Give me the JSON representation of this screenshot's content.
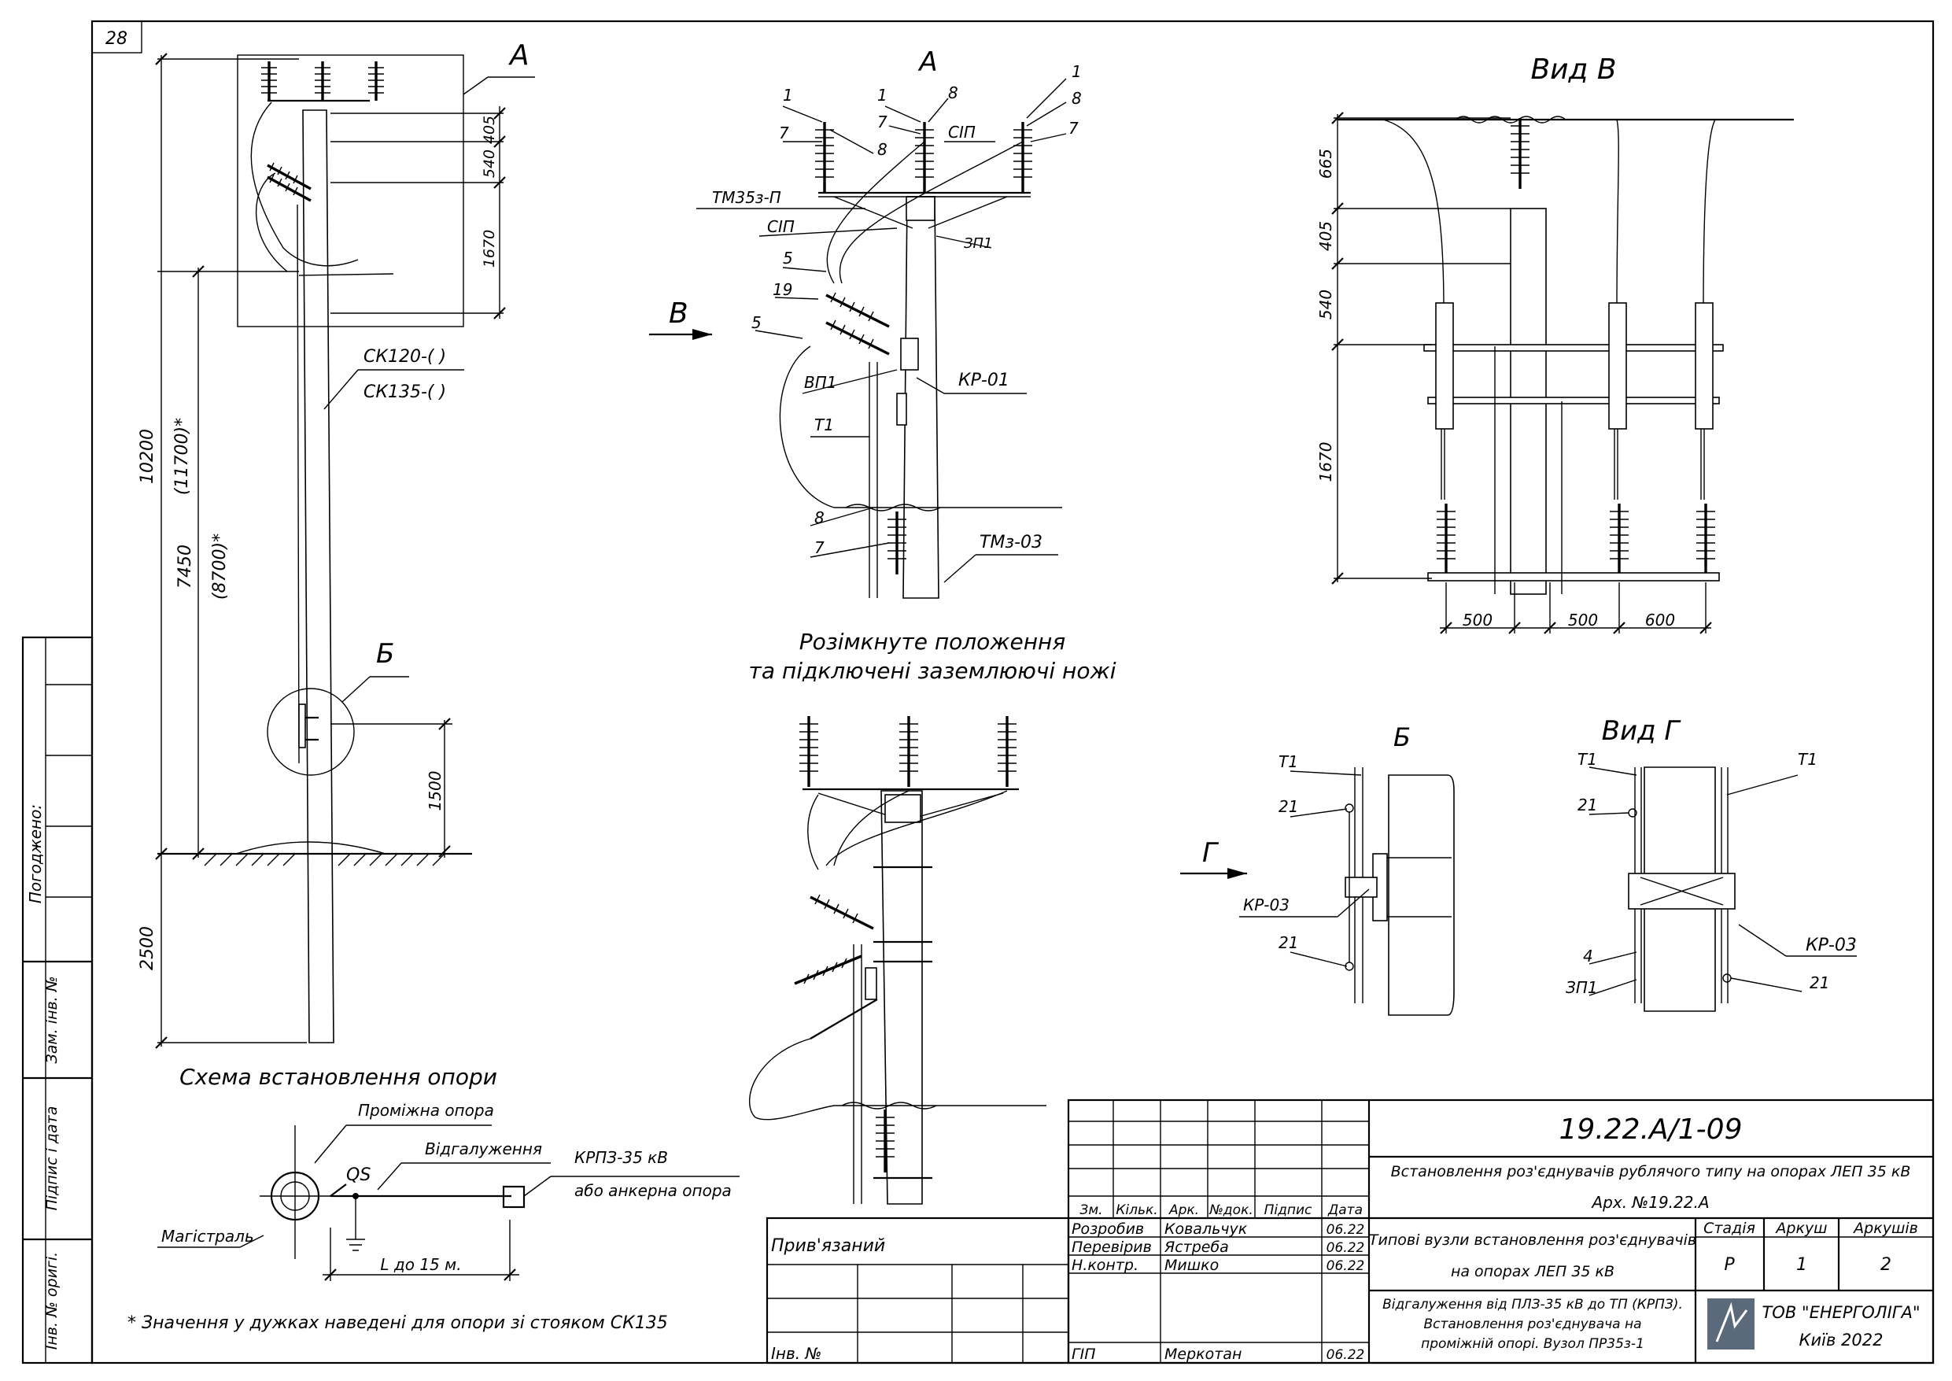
{
  "sheet": {
    "number": "28",
    "left_strip": {
      "agreed": "Погоджено:",
      "replaced_inv": "Зам. інв. №",
      "signature_date": "Підпис і дата",
      "orig_inv": "Інв. № оригі."
    }
  },
  "left_view": {
    "callout_a": "А",
    "callout_b": "Б",
    "pole_label_1": "СК120-(   )",
    "pole_label_2": "СК135-(   )",
    "dims": {
      "d10200": "10200",
      "d11700": "(11700)*",
      "d7450": "7450",
      "d8700": "(8700)*",
      "d2500": "2500",
      "d1500": "1500",
      "d405": "405",
      "d540": "540",
      "d1670": "1670"
    }
  },
  "scheme": {
    "title": "Схема встановлення опори",
    "intermediate": "Проміжна опора",
    "branch": "Відгалуження",
    "qs": "QS",
    "krpz": "КРПЗ-35 кВ",
    "anchor": "або анкерна опора",
    "main": "Магістраль",
    "length": "L  до 15 м.",
    "note": "* Значення у дужках наведені для опори зі стояком СК135"
  },
  "detail_a": {
    "title": "А",
    "labels": [
      "1",
      "8",
      "7",
      "1",
      "8",
      "7",
      "1",
      "8",
      "7",
      "ТМ35з-П",
      "СІП",
      "СІП",
      "ЗП1",
      "5",
      "19",
      "5",
      "ВП1",
      "КР-01",
      "Т1",
      "8",
      "7",
      "ТМз-03"
    ],
    "arrow_b": "В"
  },
  "open_position": {
    "line1": "Розімкнуте положення",
    "line2": "та підключені заземлюючі ножі"
  },
  "view_v": {
    "title": "Вид В",
    "dims": [
      "665",
      "405",
      "540",
      "1670",
      "500",
      "500",
      "600"
    ]
  },
  "detail_b": {
    "title": "Б",
    "arrow_g": "Г",
    "labels": [
      "Т1",
      "21",
      "КР-03",
      "21"
    ]
  },
  "view_g": {
    "title": "Вид Г",
    "labels": [
      "Т1",
      "Т1",
      "21",
      "4",
      "ЗП1",
      "КР-03",
      "21"
    ]
  },
  "title_block": {
    "doc_code": "19.22.А/1-09",
    "object": "Встановлення роз'єднувачів рублячого типу на опорах ЛЕП 35 кВ",
    "archive": "Арх. №19.22.А",
    "sheet_title_1": "Типові вузли встановлення роз'єднувачів",
    "sheet_title_2": "на опорах ЛЕП 35 кВ",
    "drawing_title": "Відгалуження від ПЛЗ-35 кВ до ТП (КРПЗ). Встановлення роз'єднувача на проміжній опорі. Вузол ПР35з-1",
    "drawing_title_l1": "Відгалуження від ПЛЗ-35 кВ до ТП (КРПЗ).",
    "drawing_title_l2": "Встановлення роз'єднувача на",
    "drawing_title_l3": "проміжній опорі. Вузол ПР35з-1",
    "col_headers": [
      "Зм.",
      "Кільк.",
      "Арк.",
      "№док.",
      "Підпис",
      "Дата"
    ],
    "stage_h": "Стадія",
    "sheet_h": "Аркуш",
    "sheets_h": "Аркушів",
    "stage": "Р",
    "sheet": "1",
    "sheets": "2",
    "company": "ТОВ \"ЕНЕРГОЛІГА\"",
    "city": "Київ 2022",
    "rows": [
      {
        "role": "Розробив",
        "name": "Ковальчук",
        "date": "06.22"
      },
      {
        "role": "Перевірив",
        "name": "Ястреба",
        "date": "06.22"
      },
      {
        "role": "Н.контр.",
        "name": "Мишко",
        "date": "06.22"
      },
      {
        "role": "ГІП",
        "name": "Меркотан",
        "date": "06.22"
      }
    ],
    "linked": "Прив'язаний",
    "inv": "Інв. №"
  }
}
